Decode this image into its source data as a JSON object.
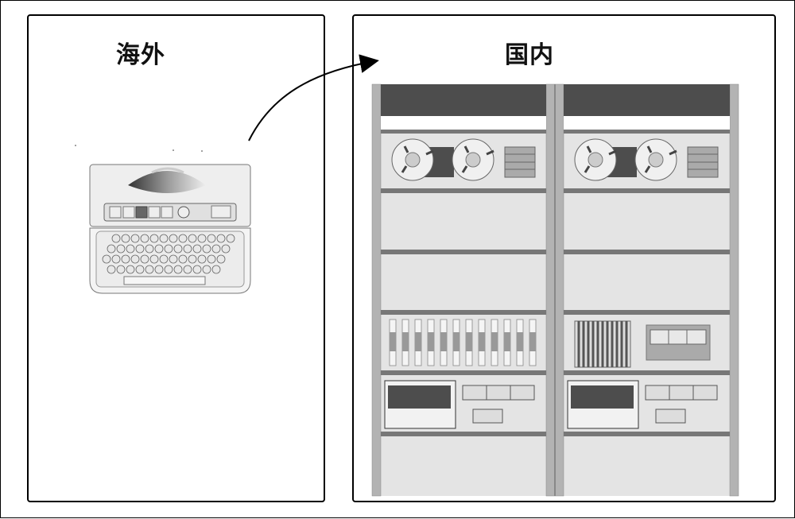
{
  "panels": {
    "left": {
      "title": "海外"
    },
    "right": {
      "title": "国内"
    }
  },
  "colors": {
    "rack_frame": "#b3b3b3",
    "rack_body": "#e3e3e3",
    "rack_header": "#4d4d4d",
    "dark": "#555555"
  },
  "icons": {
    "left": "teleprinter-terminal-icon",
    "right": "mainframe-rack-icon",
    "arrow": "curved-arrow"
  }
}
